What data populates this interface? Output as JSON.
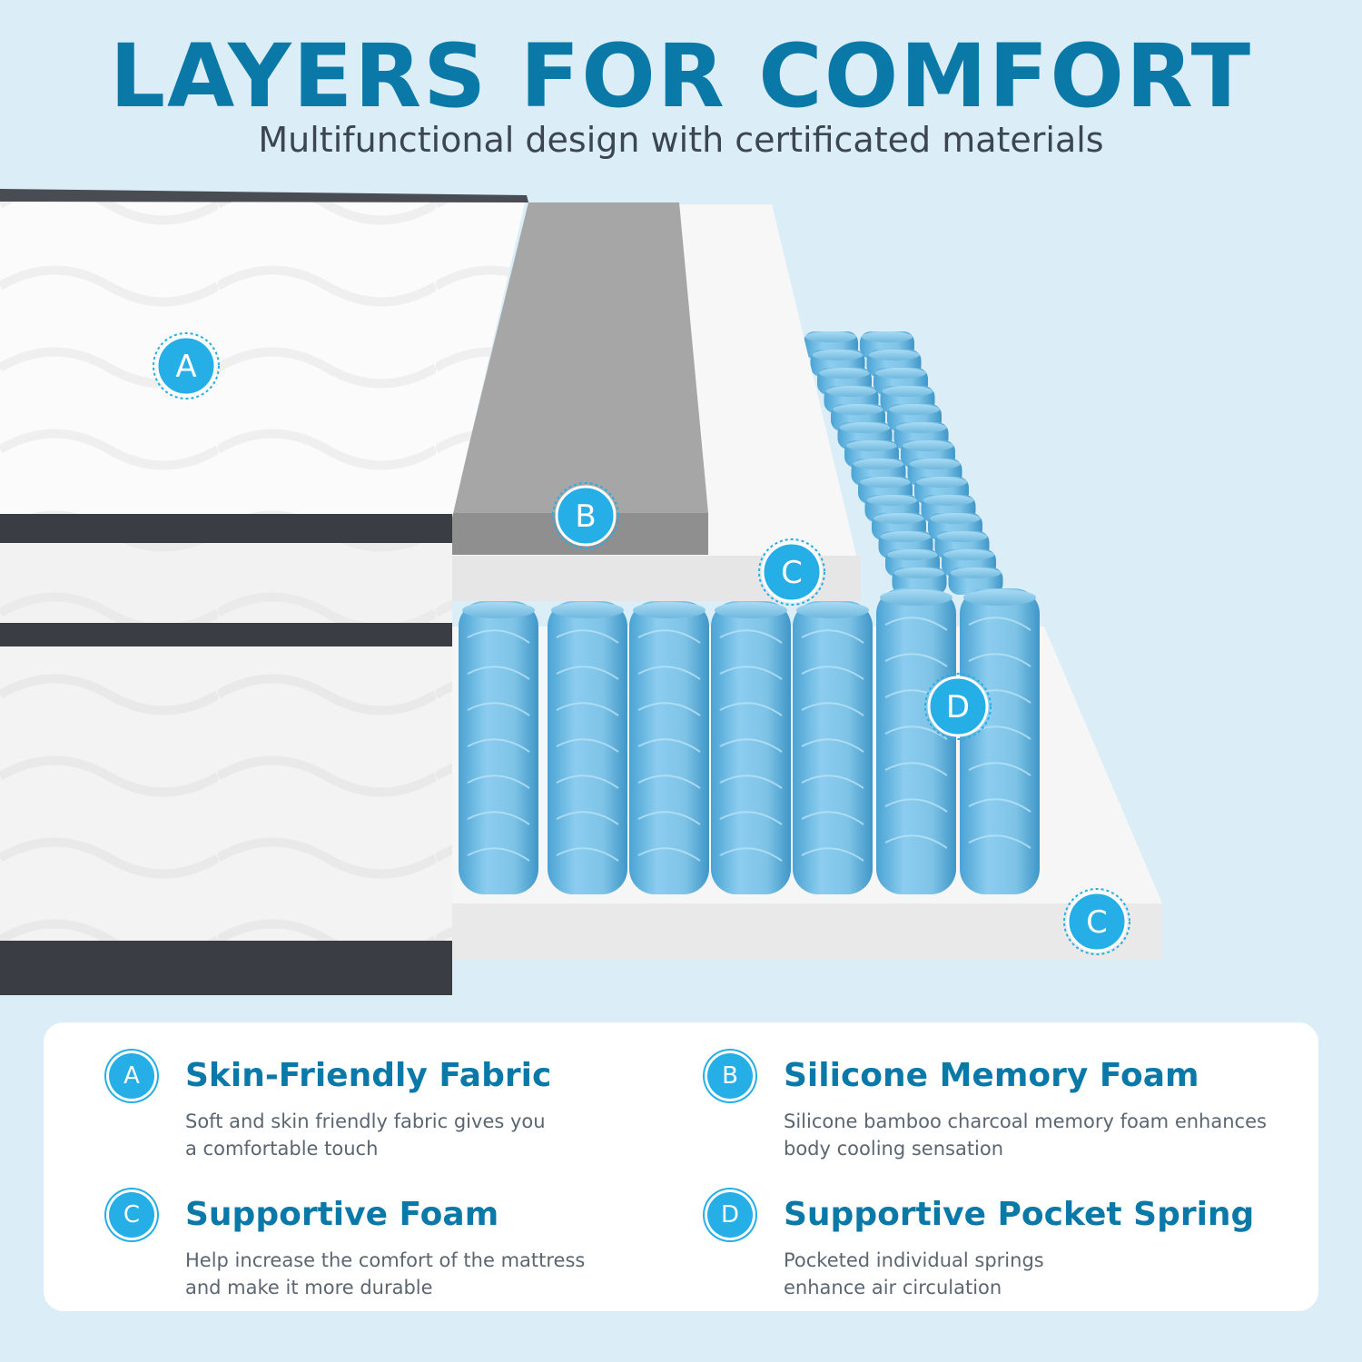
{
  "header": {
    "title": "LAYERS FOR COMFORT",
    "subtitle": "Multifunctional design with certificated materials"
  },
  "markers": [
    {
      "letter": "A"
    },
    {
      "letter": "B"
    },
    {
      "letter": "C"
    },
    {
      "letter": "D"
    },
    {
      "letter": "C"
    }
  ],
  "features": [
    {
      "letter": "A",
      "title": "Skin-Friendly Fabric",
      "desc_line1": "Soft and skin friendly fabric gives you",
      "desc_line2": "a comfortable touch"
    },
    {
      "letter": "B",
      "title": "Silicone Memory Foam",
      "desc_line1": "Silicone bamboo charcoal memory foam enhances",
      "desc_line2": "body cooling sensation"
    },
    {
      "letter": "C",
      "title": "Supportive Foam",
      "desc_line1": "Help increase the comfort of the mattress",
      "desc_line2": "and make it more durable"
    },
    {
      "letter": "D",
      "title": "Supportive Pocket Spring",
      "desc_line1": "Pocketed individual springs",
      "desc_line2": "enhance air circulation"
    }
  ],
  "colors": {
    "background": "#dbeef7",
    "accent": "#0b79a8",
    "badge": "#26aee6",
    "spring": "#7ec3e6",
    "memory_foam": "#9a9a9a"
  }
}
